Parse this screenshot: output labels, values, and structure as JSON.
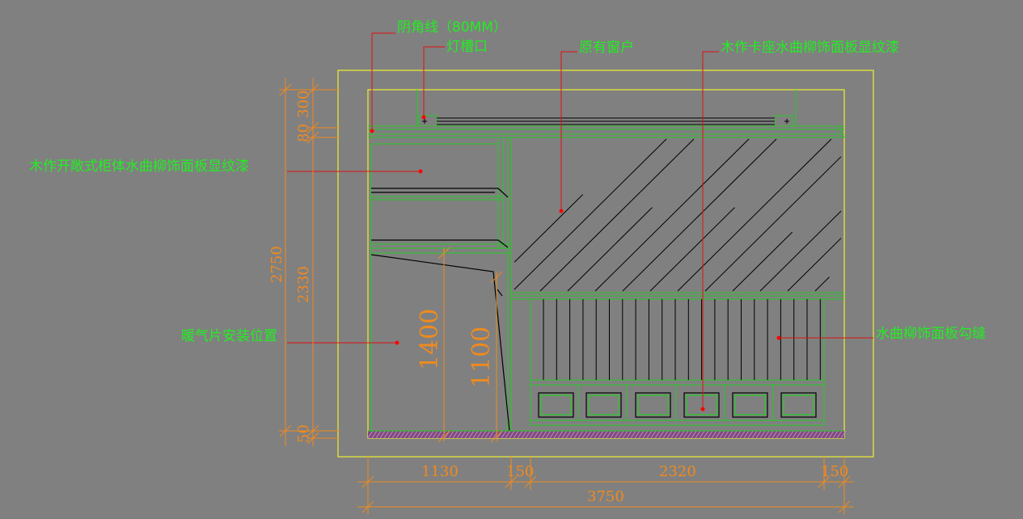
{
  "callouts": {
    "cove_line": "阴角线（80MM）",
    "light_slot": "灯槽口",
    "existing_window": "原有窗户",
    "card_seat_panel": "木作卡座水曲柳饰面板显纹漆",
    "open_cabinet_panel": "木作开敞式柜体水曲柳饰面板显纹漆",
    "radiator_position": "暖气片安装位置",
    "panel_grooves": "水曲柳饰面板勾缝"
  },
  "dimensions": {
    "top_300": "300",
    "top_80": "80",
    "total_height": "2750",
    "height_2330": "2330",
    "bottom_50": "50",
    "inner_1400": "1400",
    "inner_1100": "1100",
    "w_1130": "1130",
    "w_150_left": "150",
    "w_2320": "2320",
    "w_150_right": "150",
    "total_width": "3750"
  },
  "colors": {
    "background": "#808080",
    "callout_text": "#22ee22",
    "leader_line": "#e01010",
    "dimension": "#f08a1e",
    "frame": "#f0f030",
    "linework": "#22cc22",
    "hatch": "#000000",
    "floor_hatch": "#c060c0"
  }
}
